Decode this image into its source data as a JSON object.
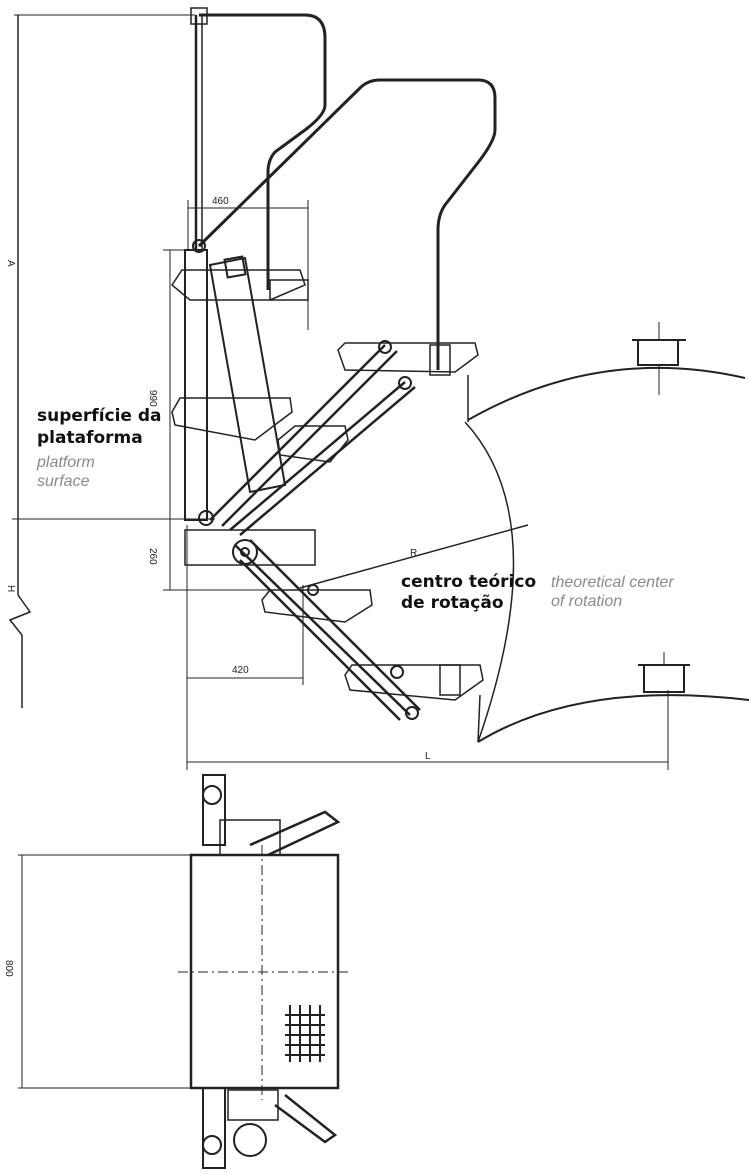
{
  "dimensions": {
    "width_top": "460",
    "height_upper": "990",
    "height_lower": "260",
    "width_bottom": "420",
    "width_plan": "800",
    "letter_a": "A",
    "letter_h": "H",
    "letter_r": "R",
    "letter_l": "L"
  },
  "labels": {
    "platform_surface_pt_line1": "superfície da",
    "platform_surface_pt_line2": "plataforma",
    "platform_surface_en_line1": "platform",
    "platform_surface_en_line2": "surface",
    "rotation_center_pt_line1": "centro teórico",
    "rotation_center_pt_line2": "de rotação",
    "rotation_center_en_line1": "theoretical center",
    "rotation_center_en_line2": "of rotation"
  },
  "colors": {
    "line": "#222222",
    "label_primary": "#111111",
    "label_secondary": "#8a8a8a"
  }
}
